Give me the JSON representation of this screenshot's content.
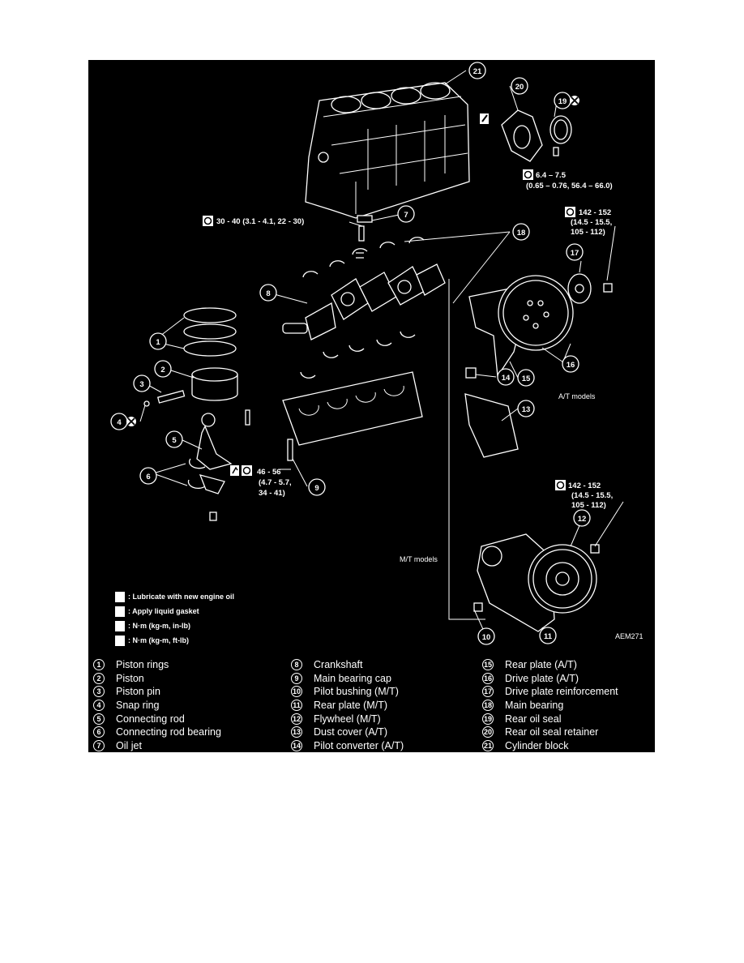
{
  "figure_code": "AEM271",
  "model_labels": {
    "at": "A/T models",
    "mt": "M/T models"
  },
  "torque": {
    "t_rear_seal": {
      "line1": "6.4 – 7.5",
      "line2": "(0.65 – 0.76, 56.4 – 66.0)"
    },
    "t_oil_jet": {
      "line1": "30 - 40 (3.1 - 4.1, 22 - 30)"
    },
    "t_at_plate": {
      "line1": "142 - 152",
      "line2": "(14.5 - 15.5,",
      "line3": "105 - 112)"
    },
    "t_main_cap": {
      "line1": "46 - 56",
      "line2": "(4.7 - 5.7,",
      "line3": "34 - 41)"
    },
    "t_mt_flywheel": {
      "line1": "142 - 152",
      "line2": "(14.5 - 15.5,",
      "line3": "105 - 112)"
    }
  },
  "key": [
    {
      "icon": "oil-can-icon",
      "glyph": "⛽",
      "text": ": Lubricate with new engine oil"
    },
    {
      "icon": "gasket-brush-icon",
      "glyph": "✎",
      "text": ": Apply liquid gasket"
    },
    {
      "icon": "torque-wrench-inlb-icon",
      "glyph": "◎",
      "text": ": N·m (kg-m, in-lb)"
    },
    {
      "icon": "torque-wrench-ftlb-icon",
      "glyph": "◎",
      "text": ": N·m (kg-m, ft-lb)"
    }
  ],
  "parts": [
    {
      "num": "1",
      "name": "Piston rings"
    },
    {
      "num": "2",
      "name": "Piston"
    },
    {
      "num": "3",
      "name": "Piston pin"
    },
    {
      "num": "4",
      "name": "Snap ring"
    },
    {
      "num": "5",
      "name": "Connecting rod"
    },
    {
      "num": "6",
      "name": "Connecting rod bearing"
    },
    {
      "num": "7",
      "name": "Oil jet"
    },
    {
      "num": "8",
      "name": "Crankshaft"
    },
    {
      "num": "9",
      "name": "Main bearing cap"
    },
    {
      "num": "10",
      "name": "Pilot bushing (M/T)"
    },
    {
      "num": "11",
      "name": "Rear plate (M/T)"
    },
    {
      "num": "12",
      "name": "Flywheel (M/T)"
    },
    {
      "num": "13",
      "name": "Dust cover (A/T)"
    },
    {
      "num": "14",
      "name": "Pilot converter (A/T)"
    },
    {
      "num": "15",
      "name": "Rear plate (A/T)"
    },
    {
      "num": "16",
      "name": "Drive plate (A/T)"
    },
    {
      "num": "17",
      "name": "Drive plate reinforcement"
    },
    {
      "num": "18",
      "name": "Main bearing"
    },
    {
      "num": "19",
      "name": "Rear oil seal"
    },
    {
      "num": "20",
      "name": "Rear oil seal retainer"
    },
    {
      "num": "21",
      "name": "Cylinder block"
    }
  ]
}
